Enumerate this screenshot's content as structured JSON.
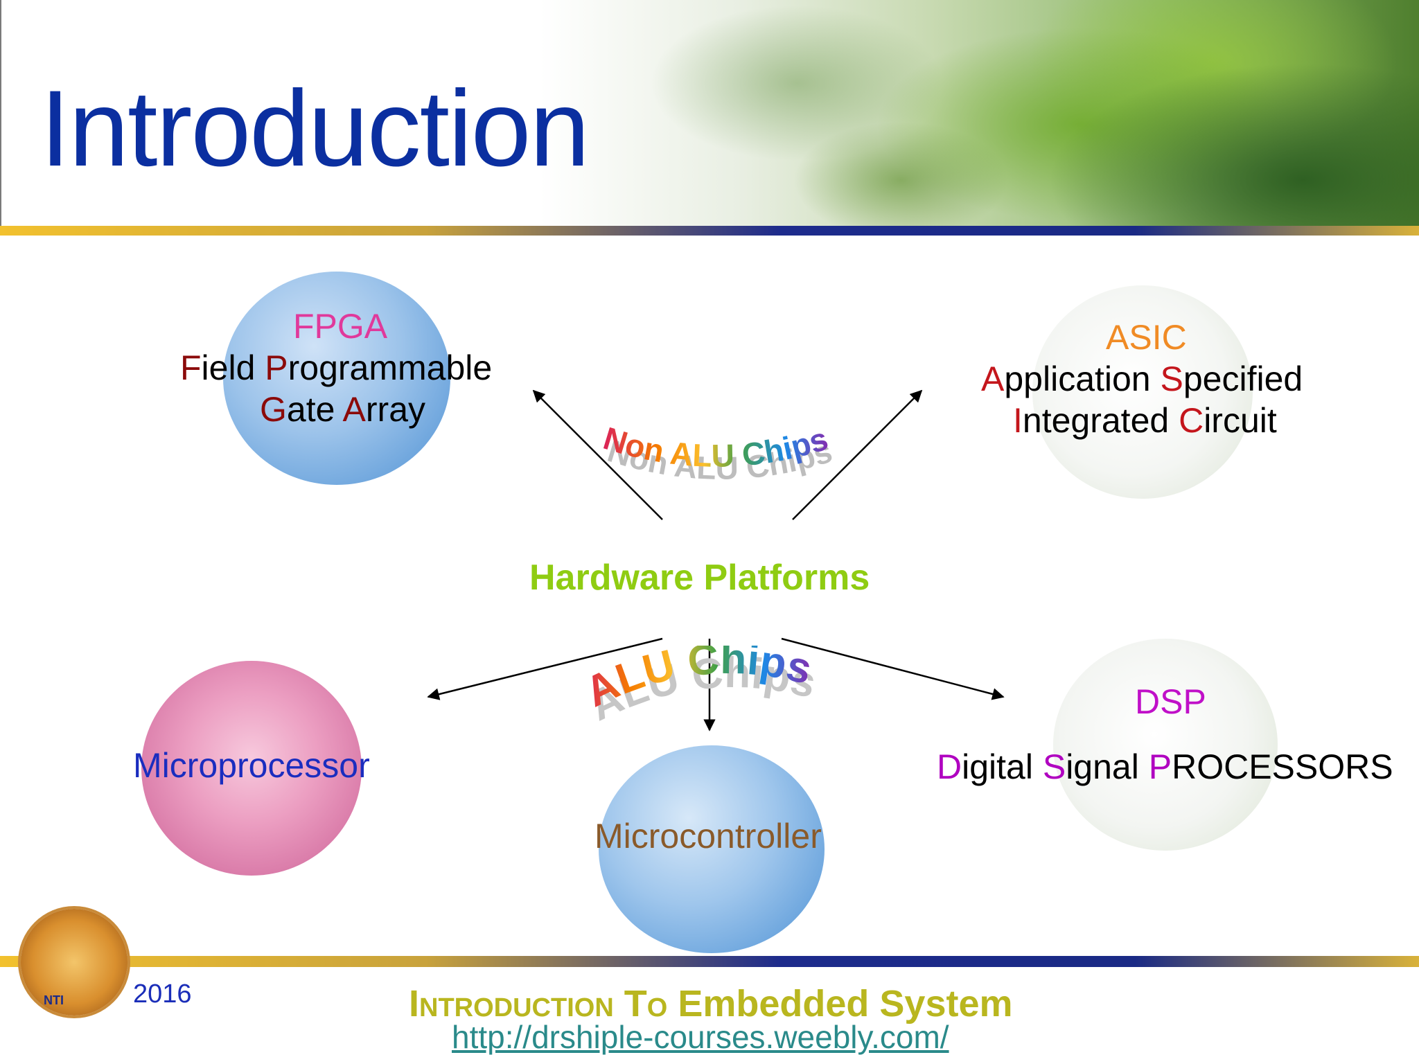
{
  "slide": {
    "title": "Introduction"
  },
  "center": {
    "label": "Hardware Platforms"
  },
  "wordart": {
    "non_alu": "Non ALU Chips",
    "alu": "ALU Chips"
  },
  "fpga": {
    "title": "FPGA",
    "line1": [
      {
        "cap": "F",
        "rest": "ield "
      },
      {
        "cap": "P",
        "rest": "rogrammable"
      }
    ],
    "line2": [
      {
        "cap": "G",
        "rest": "ate "
      },
      {
        "cap": "A",
        "rest": "rray"
      }
    ]
  },
  "asic": {
    "title": "ASIC",
    "line1": [
      {
        "cap": "A",
        "rest": "pplication "
      },
      {
        "cap": "S",
        "rest": "pecified"
      }
    ],
    "line2": [
      {
        "cap": "I",
        "rest": "ntegrated "
      },
      {
        "cap": "C",
        "rest": "ircuit"
      }
    ]
  },
  "microprocessor": {
    "label": "Microprocessor"
  },
  "microcontroller": {
    "label": "Microcontroller"
  },
  "dsp": {
    "title": "DSP",
    "line": [
      {
        "cap": "D",
        "rest": "igital "
      },
      {
        "cap": "S",
        "rest": "ignal "
      },
      {
        "cap": "P",
        "rest": "ROCESSORS"
      }
    ]
  },
  "footer": {
    "year": "2016",
    "logo_text": "NTI",
    "title_sc1_first": "I",
    "title_sc1_rest": "NTRODUCTION",
    "title_sc2_first": "T",
    "title_sc2_rest": "O",
    "title_rest": "Embedded System",
    "url": "http://drshiple-courses.weebly.com/"
  },
  "colors": {
    "title": "#0b2fa0",
    "fpga_title": "#e0399b",
    "asic_title": "#f08b25",
    "hardware": "#8fcc12",
    "microprocessor": "#1a2dbf",
    "microcontroller": "#8a5a2a",
    "dsp_title": "#c010c8",
    "cap_dark_red": "#8b0a0a",
    "footer_title": "#b9b61f",
    "footer_url": "#2a8a8a"
  }
}
